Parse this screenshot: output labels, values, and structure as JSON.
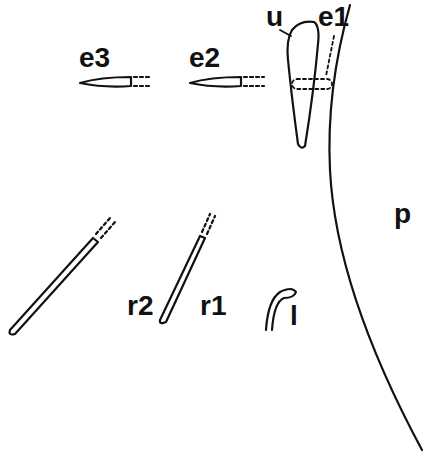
{
  "diagram": {
    "labels": [
      "e3",
      "e2",
      "u",
      "e1",
      "p",
      "r2",
      "r1",
      "l"
    ]
  }
}
